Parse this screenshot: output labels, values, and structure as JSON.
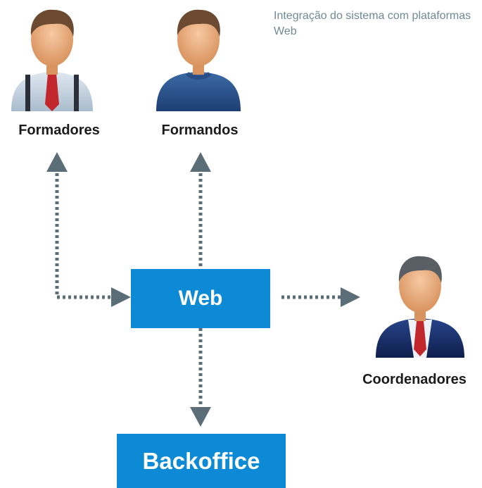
{
  "caption": "Integração do sistema com plataformas Web",
  "actors": {
    "formadores": "Formadores",
    "formandos": "Formandos",
    "coordenadores": "Coordenadores"
  },
  "nodes": {
    "web": "Web",
    "backoffice": "Backoffice"
  },
  "colors": {
    "box": "#0c8ad6",
    "connector": "#5b6d77",
    "caption": "#6f8a96"
  },
  "icons": [
    "person-suspenders-icon",
    "person-sweater-icon",
    "person-suit-icon"
  ]
}
